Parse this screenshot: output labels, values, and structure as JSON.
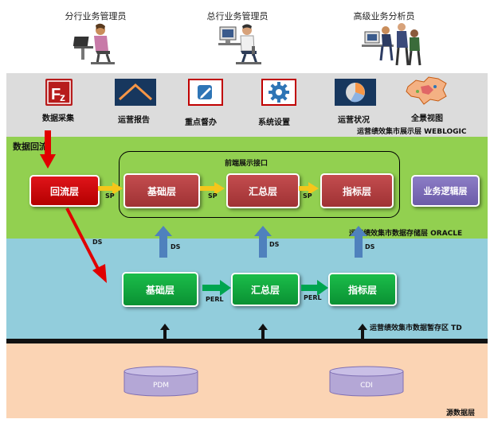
{
  "users": [
    {
      "label": "分行业务管理员",
      "icon": "person-at-laptop-icon"
    },
    {
      "label": "总行业务管理员",
      "icon": "person-at-desktop-icon"
    },
    {
      "label": "高级业务分析员",
      "icon": "analyst-team-icon"
    }
  ],
  "tools": [
    {
      "label": "数据采集",
      "icon": "filezilla-icon"
    },
    {
      "label": "运营报告",
      "icon": "report-chart-icon"
    },
    {
      "label": "重点督办",
      "icon": "edit-pen-icon"
    },
    {
      "label": "系统设置",
      "icon": "gear-icon"
    },
    {
      "label": "运营状况",
      "icon": "pie-chart-icon"
    },
    {
      "label": "全景视图",
      "icon": "china-map-icon"
    }
  ],
  "layers": {
    "display_caption": "运营绩效集市展示层 WEBLOGIC",
    "storage_caption": "运营绩效集市数据存储层 ORACLE",
    "staging_caption": "运营绩效集市数据暂存区 TD",
    "source_caption": "源数据层"
  },
  "green_layer": {
    "backflow_label": "数据回流",
    "interface_label": "前端展示接口",
    "boxes": [
      "回流层",
      "基础层",
      "汇总层",
      "指标层",
      "业务逻辑层"
    ],
    "connector_label": "SP"
  },
  "blue_layer": {
    "boxes": [
      "基础层",
      "汇总层",
      "指标层"
    ],
    "connector_label": "PERL",
    "ds_label": "DS"
  },
  "source_dbs": [
    "PDM",
    "CDI"
  ],
  "colors": {
    "display_bg": "#dcdcdc",
    "green_bg": "#92d050",
    "blue_bg": "#92cddc",
    "source_bg": "#fbd4b4",
    "red_box": "#d10a0f",
    "maroon_box": "#b04244",
    "purple_box": "#7d6cb8",
    "green_box": "#12a33c",
    "db_fill": "#b4a7d6",
    "arrow_blue": "#4f81bd",
    "arrow_red": "#e00000",
    "arrow_yellow": "#f5c61b",
    "arrow_green": "#00a550"
  }
}
